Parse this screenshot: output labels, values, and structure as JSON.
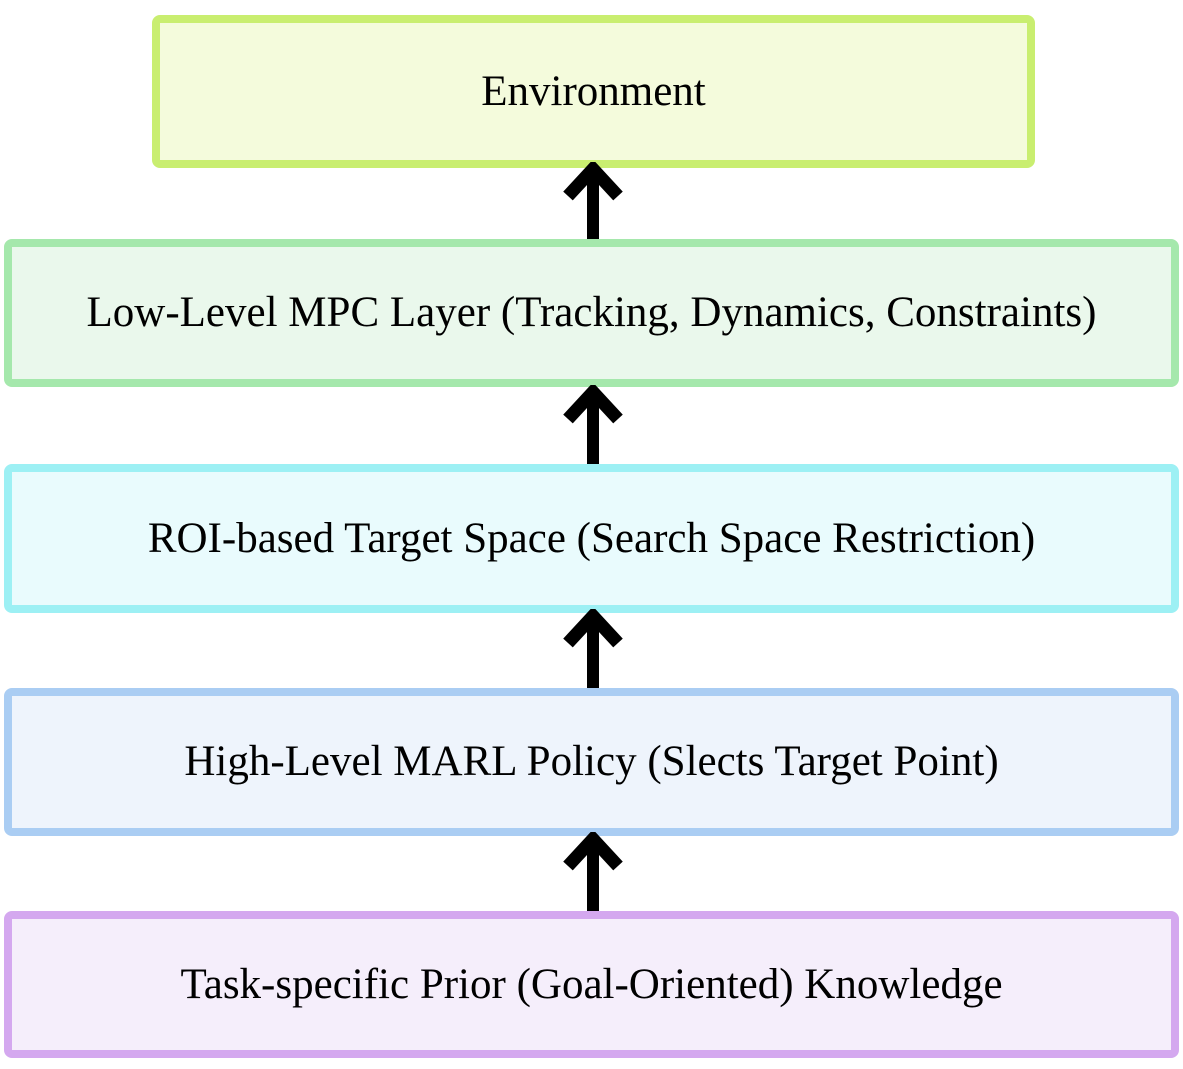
{
  "diagram": {
    "type": "vertical-flow",
    "arrow_color": "#000000",
    "arrow_direction": "up",
    "arrow_count": 4,
    "boxes": [
      {
        "id": "environment",
        "label": "Environment",
        "fill": "#f4fbdc",
        "border": "#c9ee70"
      },
      {
        "id": "low-level-mpc",
        "label": "Low-Level MPC Layer (Tracking, Dynamics, Constraints)",
        "fill": "#eaf8ec",
        "border": "#a5e8ac"
      },
      {
        "id": "roi-target-space",
        "label": "ROI-based Target Space (Search Space Restriction)",
        "fill": "#e9fbfd",
        "border": "#9df0f4"
      },
      {
        "id": "high-level-marl",
        "label": "High-Level MARL Policy (Slects Target Point)",
        "fill": "#eef4fc",
        "border": "#aacdf3"
      },
      {
        "id": "task-prior",
        "label": "Task-specific Prior (Goal-Oriented) Knowledge",
        "fill": "#f5eefb",
        "border": "#d4a8ef"
      }
    ]
  }
}
